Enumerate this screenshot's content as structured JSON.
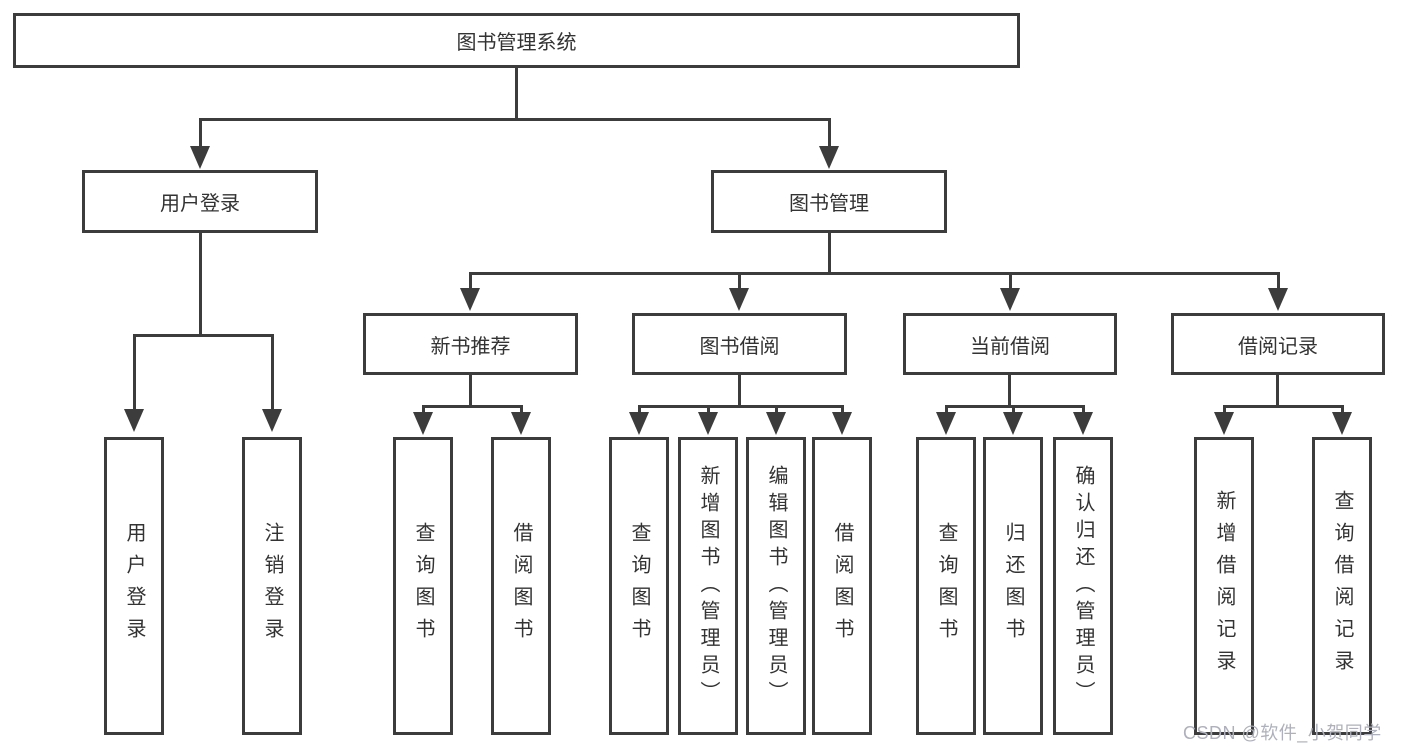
{
  "diagram": {
    "root": {
      "label": "图书管理系统"
    },
    "branches": [
      {
        "label": "用户登录",
        "children": [
          {
            "label": "用户登录"
          },
          {
            "label": "注销登录"
          }
        ]
      },
      {
        "label": "图书管理",
        "children": [
          {
            "label": "新书推荐",
            "children": [
              {
                "label": "查询图书"
              },
              {
                "label": "借阅图书"
              }
            ]
          },
          {
            "label": "图书借阅",
            "children": [
              {
                "label": "查询图书"
              },
              {
                "label": "新增图书（管理员）"
              },
              {
                "label": "编辑图书（管理员）"
              },
              {
                "label": "借阅图书"
              }
            ]
          },
          {
            "label": "当前借阅",
            "children": [
              {
                "label": "查询图书"
              },
              {
                "label": "归还图书"
              },
              {
                "label": "确认归还（管理员）"
              }
            ]
          },
          {
            "label": "借阅记录",
            "children": [
              {
                "label": "新增借阅记录"
              },
              {
                "label": "查询借阅记录"
              }
            ]
          }
        ]
      }
    ],
    "watermark": "CSDN @软件_小贺同学",
    "colors": {
      "line": "#3c3c3c",
      "text": "#333333",
      "watermark": "#aeb1bb",
      "background": "#ffffff"
    }
  }
}
